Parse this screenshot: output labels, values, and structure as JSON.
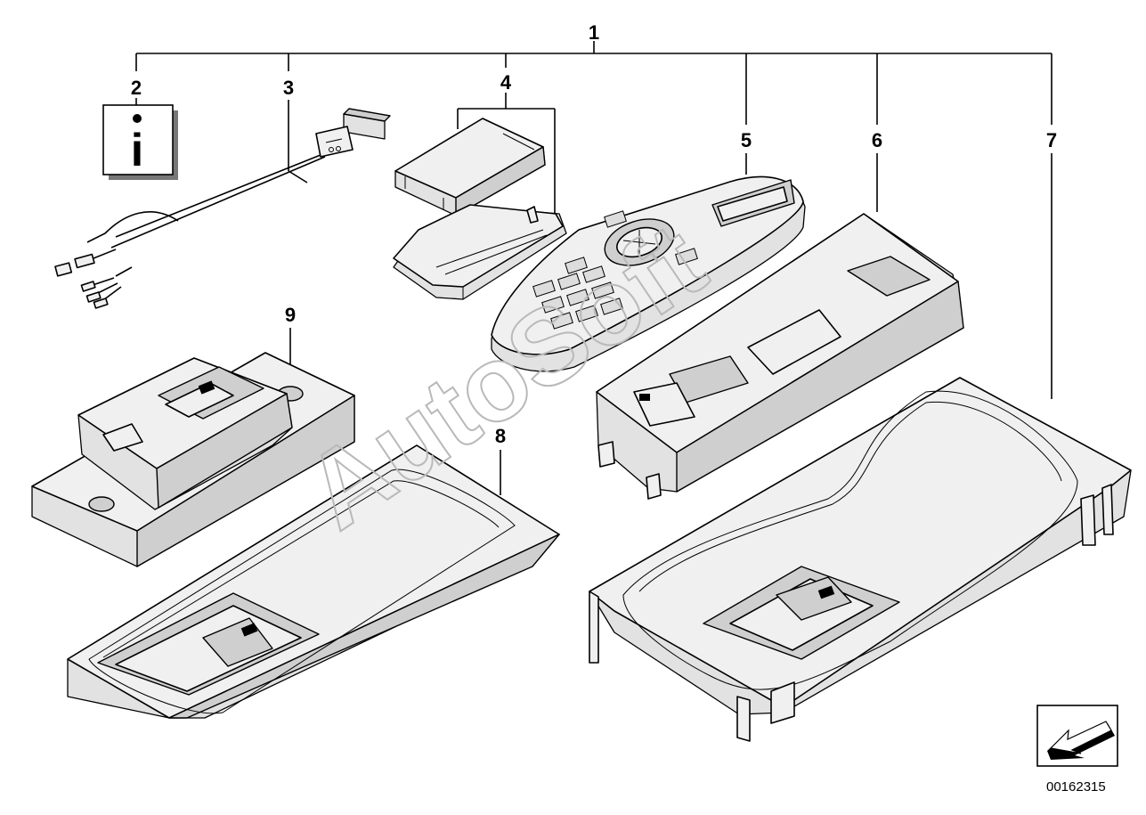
{
  "diagram": {
    "callouts": {
      "c1": "1",
      "c2": "2",
      "c3": "3",
      "c4": "4",
      "c5": "5",
      "c6": "6",
      "c7": "7",
      "c8": "8",
      "c9": "9"
    },
    "info_symbol": "i",
    "watermark": "AutoSoft",
    "document_number": "00162315"
  }
}
